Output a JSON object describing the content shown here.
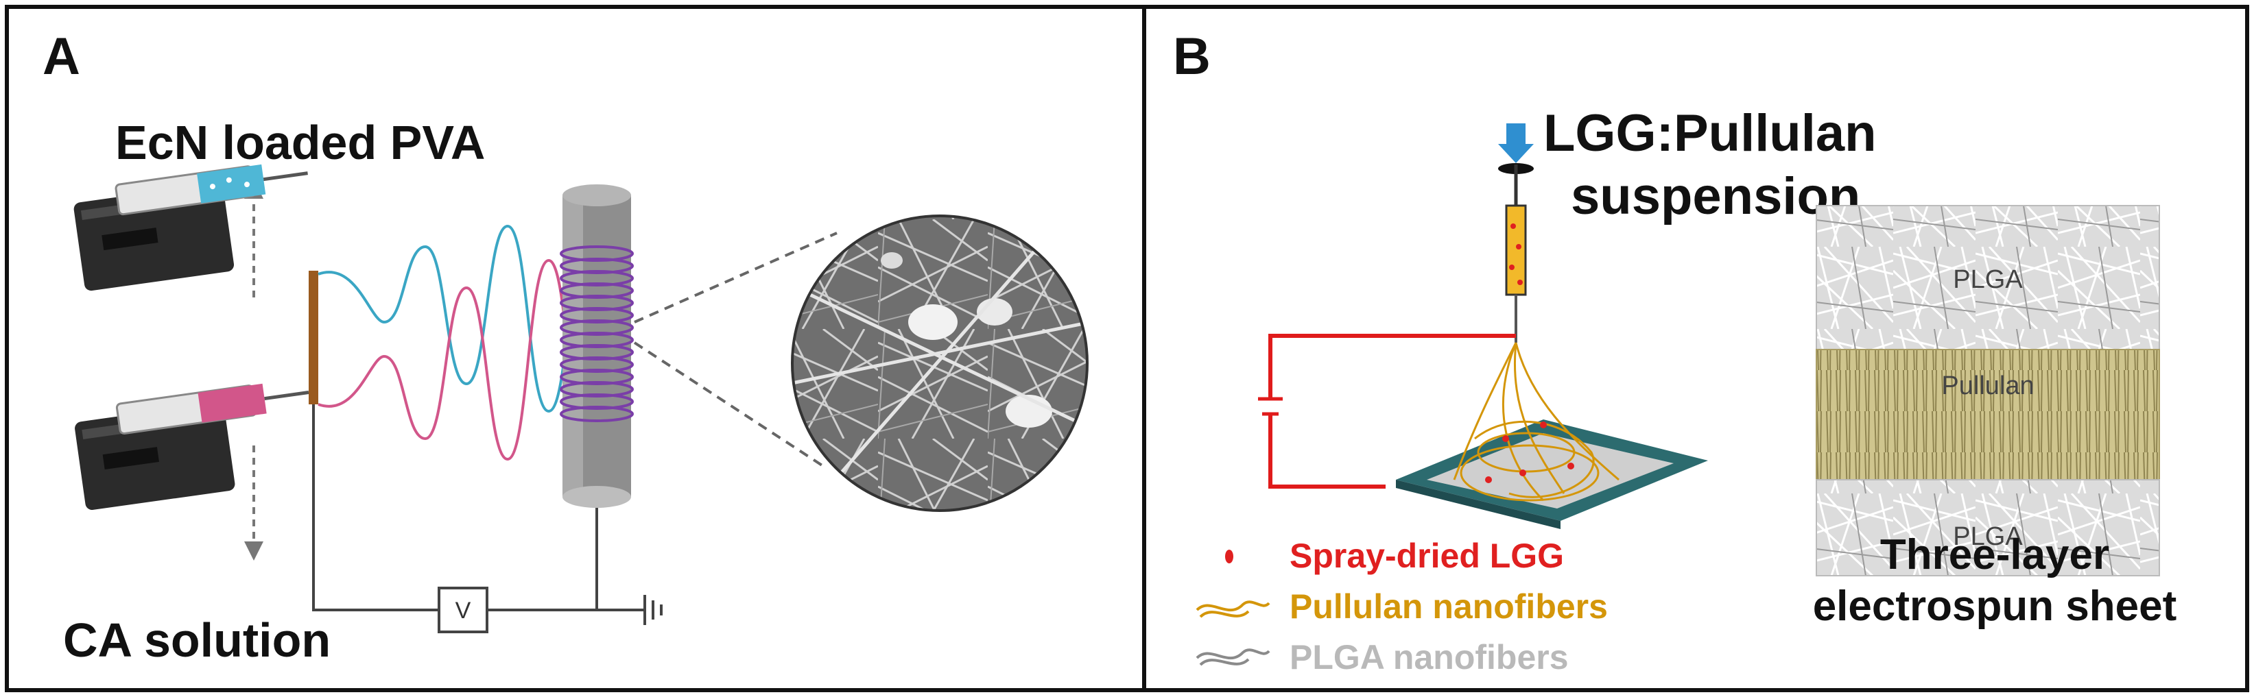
{
  "panel_a": {
    "panel_letter": "A",
    "top_syringe_label": "EcN loaded PVA",
    "bottom_syringe_label": "CA solution",
    "voltage_symbol": "V",
    "colors": {
      "pva_fiber": "#3aa6c4",
      "ca_fiber": "#d2568a",
      "collector_coil": "#7a3ea8",
      "needle_holder": "#9a5a1e"
    }
  },
  "panel_b": {
    "panel_letter": "B",
    "feed_label_line1": "LGG:Pullulan",
    "feed_label_line2": "suspension",
    "legend": [
      {
        "label": "Spray-dried LGG",
        "color": "#e02020"
      },
      {
        "label": "Pullulan nanofibers",
        "color": "#d4960a"
      },
      {
        "label": "PLGA nanofibers",
        "color": "#b9b9b9"
      }
    ],
    "layers": {
      "top": "PLGA",
      "middle": "Pullulan",
      "bottom": "PLGA"
    },
    "sheet_caption_line1": "Three-layer",
    "sheet_caption_line2": "electrospun sheet"
  }
}
